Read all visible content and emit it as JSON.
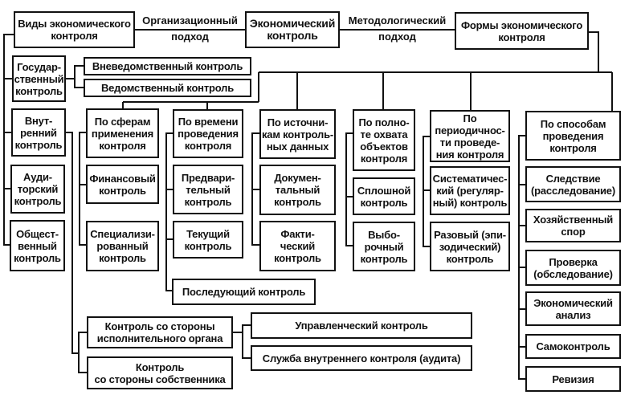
{
  "header": {
    "types": "Виды экономического\nконтроля",
    "org_approach": "Организационный\nподход",
    "center": "Экономический\nконтроль",
    "method_approach": "Методологический\nподход",
    "forms": "Формы экономического\nконтроля"
  },
  "types": {
    "state": "Государ-\nственный\nконтроль",
    "extradept": "Вневедомственный контроль",
    "dept": "Ведомственный контроль",
    "internal": "Внут-\nренний\nконтроль",
    "audit": "Ауди-\nторский\nконтроль",
    "public": "Общест-\nвенный\nконтроль",
    "exec": "Контроль со стороны\nисполнительного органа",
    "owner": "Контроль\nсо стороны собственника",
    "managerial": "Управленческий контроль",
    "internal_service": "Служба внутреннего контроля (аудита)"
  },
  "forms": {
    "sphere": {
      "title": "По сферам\nприменения\nконтроля",
      "items": [
        "Финансовый\nконтроль",
        "Специализи-\nрованный\nконтроль"
      ]
    },
    "time": {
      "title": "По времени\nпроведения\nконтроля",
      "items": [
        "Предвари-\nтельный\nконтроль",
        "Текущий\nконтроль",
        "Последующий контроль"
      ]
    },
    "source": {
      "title": "По источни-\nкам контроль-\nных данных",
      "items": [
        "Докумен-\nтальный\nконтроль",
        "Факти-\nческий\nконтроль"
      ]
    },
    "coverage": {
      "title": "По полно-\nте охвата\nобъектов\nконтроля",
      "items": [
        "Сплошной\nконтроль",
        "Выбо-\nрочный\nконтроль"
      ]
    },
    "period": {
      "title": "По\nпериодичнос-\nти проведе-\nния контроля",
      "items": [
        "Систематичес-\nкий (регуляр-\nный) контроль",
        "Разовый (эпи-\nзодический)\nконтроль"
      ]
    },
    "method": {
      "title": "По способам\nпроведения\nконтроля",
      "items": [
        "Следствие\n(расследование)",
        "Хозяйственный\nспор",
        "Проверка\n(обследование)",
        "Экономический\nанализ",
        "Самоконтроль",
        "Ревизия"
      ]
    }
  }
}
